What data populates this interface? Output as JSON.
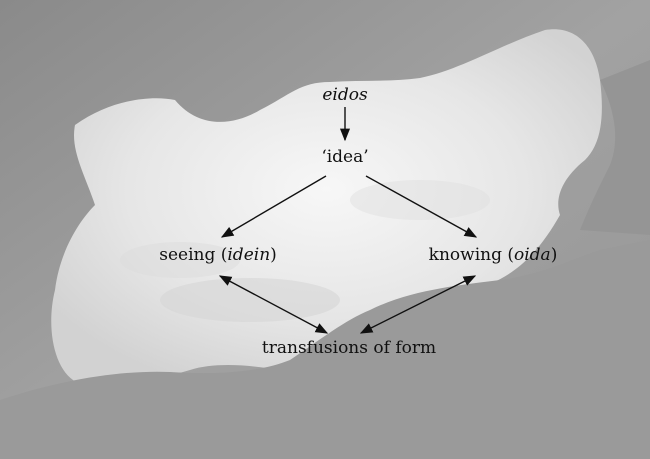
{
  "diagram": {
    "nodes": {
      "eidos": {
        "text": "eidos"
      },
      "idea": {
        "text": "‘idea’"
      },
      "seeing": {
        "prefix": "seeing (",
        "italic": "idein",
        "suffix": ")"
      },
      "knowing": {
        "prefix": "knowing (",
        "italic": "oida",
        "suffix": ")"
      },
      "transfusions": {
        "text": "transfusions of form"
      }
    },
    "edges": [
      {
        "from": "eidos",
        "to": "idea",
        "direction": "forward"
      },
      {
        "from": "idea",
        "to": "seeing",
        "direction": "forward"
      },
      {
        "from": "idea",
        "to": "knowing",
        "direction": "forward"
      },
      {
        "from": "seeing",
        "to": "transfusions",
        "direction": "both"
      },
      {
        "from": "knowing",
        "to": "transfusions",
        "direction": "both"
      }
    ]
  },
  "colors": {
    "rock_dark": "#8f8f8f",
    "rock_mid": "#a6a6a6",
    "sky": "#ececec",
    "text": "#111111",
    "arrow": "#111111"
  }
}
